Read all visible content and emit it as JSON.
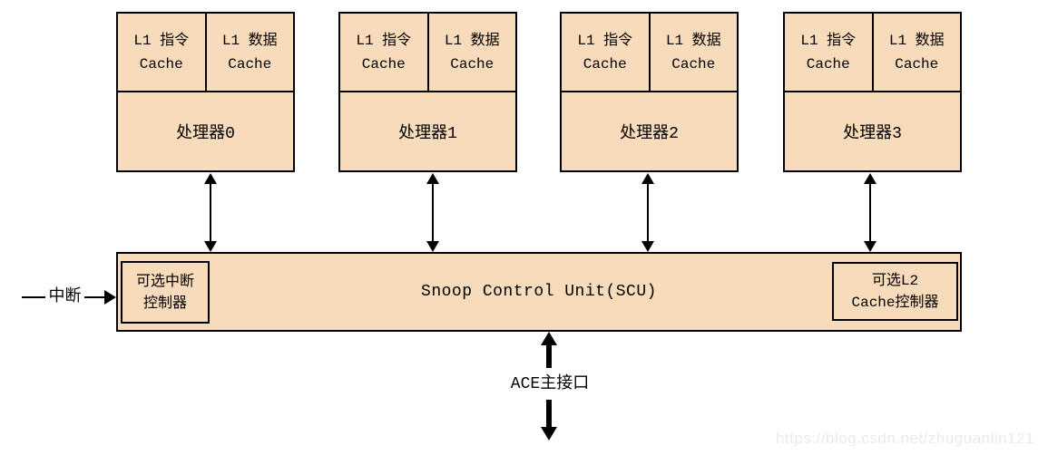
{
  "colors": {
    "block_fill": "#f8dbba",
    "border": "#000000",
    "watermark_text": "#eaeaea"
  },
  "processors": [
    {
      "label": "处理器0",
      "l1_instruction_line1": "L1 指令",
      "l1_instruction_line2": "Cache",
      "l1_data_line1": "L1 数据",
      "l1_data_line2": "Cache"
    },
    {
      "label": "处理器1",
      "l1_instruction_line1": "L1 指令",
      "l1_instruction_line2": "Cache",
      "l1_data_line1": "L1 数据",
      "l1_data_line2": "Cache"
    },
    {
      "label": "处理器2",
      "l1_instruction_line1": "L1 指令",
      "l1_instruction_line2": "Cache",
      "l1_data_line1": "L1 数据",
      "l1_data_line2": "Cache"
    },
    {
      "label": "处理器3",
      "l1_instruction_line1": "L1 指令",
      "l1_instruction_line2": "Cache",
      "l1_data_line1": "L1 数据",
      "l1_data_line2": "Cache"
    }
  ],
  "scu": {
    "label": "Snoop Control Unit(SCU)",
    "interrupt_controller_line1": "可选中断",
    "interrupt_controller_line2": "控制器",
    "l2_controller_line1": "可选L2",
    "l2_controller_line2": "Cache控制器"
  },
  "interrupt": {
    "label": "中断"
  },
  "ace": {
    "label": "ACE主接口"
  },
  "watermark": {
    "text": "https://blog.csdn.net/zhuguanlin121"
  }
}
